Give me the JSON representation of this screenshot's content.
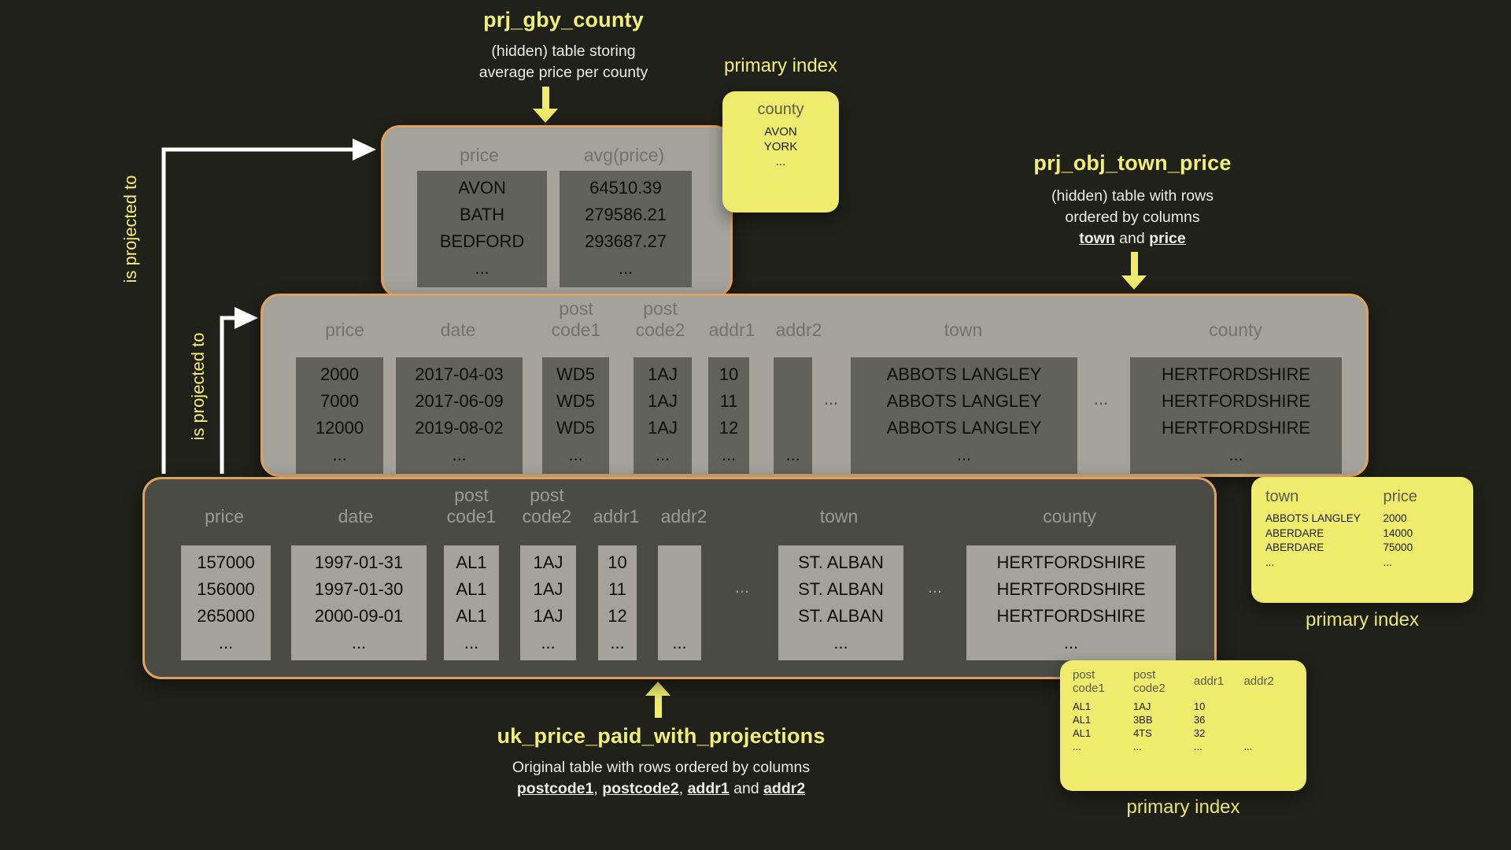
{
  "labels": {
    "projected_1": "is projected to",
    "projected_2": "is projected to"
  },
  "colors": {
    "accent_yellow": "#eeeb6d",
    "yellow_text": "#f1ee79",
    "border_tan": "#dfa160",
    "table_gray": "#a3a39c",
    "block_gray": "#62625c",
    "dark_table": "#4b4b45",
    "background": "#21211b"
  },
  "top": {
    "title": "prj_gby_county",
    "subtitle": [
      "(hidden) table storing",
      "average price per county"
    ],
    "header_col1": "price",
    "header_col2": "avg(price)",
    "col1": [
      "AVON",
      "BATH",
      "BEDFORD",
      "..."
    ],
    "col2": [
      "64510.39",
      "279586.21",
      "293687.27",
      "..."
    ],
    "index": {
      "label": "primary index",
      "header": "county",
      "values": [
        "AVON",
        "YORK",
        "..."
      ]
    }
  },
  "middle": {
    "title": "prj_obj_town_price",
    "subtitle": [
      "(hidden) table with rows",
      "ordered by columns"
    ],
    "subtitle_em1": "town",
    "subtitle_sep": " and ",
    "subtitle_em2": "price",
    "headers": {
      "price": "price",
      "date": "date",
      "post1": "post\ncode1",
      "post2": "post\ncode2",
      "addr1": "addr1",
      "addr2": "addr2",
      "town": "town",
      "county": "county"
    },
    "cols": {
      "price": [
        "2000",
        "7000",
        "12000",
        "..."
      ],
      "date": [
        "2017-04-03",
        "2017-06-09",
        "2019-08-02",
        "..."
      ],
      "post1": [
        "WD5",
        "WD5",
        "WD5",
        "..."
      ],
      "post2": [
        "1AJ",
        "1AJ",
        "1AJ",
        "..."
      ],
      "addr1": [
        "10",
        "11",
        "12",
        "..."
      ],
      "addr2": [
        "",
        "",
        "",
        "..."
      ],
      "town": [
        "ABBOTS LANGLEY",
        "ABBOTS LANGLEY",
        "ABBOTS LANGLEY",
        "..."
      ],
      "county": [
        "HERTFORDSHIRE",
        "HERTFORDSHIRE",
        "HERTFORDSHIRE",
        "..."
      ]
    },
    "ellipsis": "...",
    "index": {
      "label": "primary index",
      "header_town": "town",
      "header_price": "price",
      "town_col": [
        "ABBOTS LANGLEY",
        "ABERDARE",
        "ABERDARE",
        "..."
      ],
      "price_col": [
        "2000",
        "14000",
        "75000",
        "..."
      ]
    }
  },
  "bottom": {
    "title": "uk_price_paid_with_projections",
    "subtitle_line1": "Original table with rows ordered by columns",
    "subtitle_em1": "postcode1",
    "subtitle_sep1": ", ",
    "subtitle_em2": "postcode2",
    "subtitle_sep2": ", ",
    "subtitle_em3": "addr1",
    "subtitle_sep3": " and ",
    "subtitle_em4": "addr2",
    "headers": {
      "price": "price",
      "date": "date",
      "post1": "post\ncode1",
      "post2": "post\ncode2",
      "addr1": "addr1",
      "addr2": "addr2",
      "town": "town",
      "county": "county"
    },
    "cols": {
      "price": [
        "157000",
        "156000",
        "265000",
        "..."
      ],
      "date": [
        "1997-01-31",
        "1997-01-30",
        "2000-09-01",
        "..."
      ],
      "post1": [
        "AL1",
        "AL1",
        "AL1",
        "..."
      ],
      "post2": [
        "1AJ",
        "1AJ",
        "1AJ",
        "..."
      ],
      "addr1": [
        "10",
        "11",
        "12",
        "..."
      ],
      "addr2": [
        "",
        "",
        "",
        "..."
      ],
      "town": [
        "ST. ALBAN",
        "ST. ALBAN",
        "ST. ALBAN",
        "..."
      ],
      "county": [
        "HERTFORDSHIRE",
        "HERTFORDSHIRE",
        "HERTFORDSHIRE",
        "..."
      ]
    },
    "ellipsis": "...",
    "index": {
      "label": "primary index",
      "headers": {
        "post1": "post\ncode1",
        "post2": "post\ncode2",
        "addr1": "addr1",
        "addr2": "addr2"
      },
      "c1": [
        "AL1",
        "AL1",
        "AL1",
        "..."
      ],
      "c2": [
        "1AJ",
        "3BB",
        "4TS",
        "..."
      ],
      "c3": [
        "10",
        "36",
        "32",
        "..."
      ],
      "c4": [
        "",
        "",
        "",
        "..."
      ]
    }
  }
}
